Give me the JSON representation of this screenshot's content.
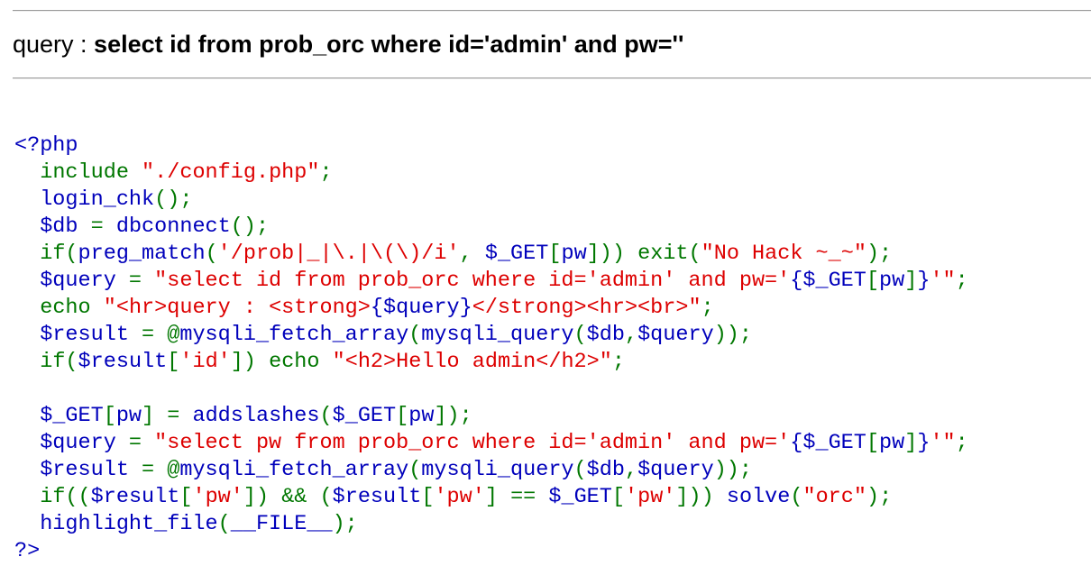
{
  "query_bar": {
    "label": "query : ",
    "query": "select id from prob_orc where id='admin' and pw=''"
  },
  "colors": {
    "default": "#0000bb",
    "keyword": "#007700",
    "string": "#dd0000"
  },
  "source_code": [
    [
      {
        "t": "<?php",
        "c": "def"
      }
    ],
    [
      {
        "t": "  ",
        "c": "def"
      },
      {
        "t": "include ",
        "c": "kw"
      },
      {
        "t": "\"./config.php\"",
        "c": "str"
      },
      {
        "t": ";",
        "c": "kw"
      }
    ],
    [
      {
        "t": "  login_chk",
        "c": "def"
      },
      {
        "t": "();",
        "c": "kw"
      }
    ],
    [
      {
        "t": "  $db ",
        "c": "def"
      },
      {
        "t": "= ",
        "c": "kw"
      },
      {
        "t": "dbconnect",
        "c": "def"
      },
      {
        "t": "();",
        "c": "kw"
      }
    ],
    [
      {
        "t": "  ",
        "c": "def"
      },
      {
        "t": "if(",
        "c": "kw"
      },
      {
        "t": "preg_match",
        "c": "def"
      },
      {
        "t": "(",
        "c": "kw"
      },
      {
        "t": "'/prob|_|\\.|\\(\\)/i'",
        "c": "str"
      },
      {
        "t": ", ",
        "c": "kw"
      },
      {
        "t": "$_GET",
        "c": "def"
      },
      {
        "t": "[",
        "c": "kw"
      },
      {
        "t": "pw",
        "c": "def"
      },
      {
        "t": "])) exit(",
        "c": "kw"
      },
      {
        "t": "\"No Hack ~_~\"",
        "c": "str"
      },
      {
        "t": ");",
        "c": "kw"
      }
    ],
    [
      {
        "t": "  $query ",
        "c": "def"
      },
      {
        "t": "= ",
        "c": "kw"
      },
      {
        "t": "\"select id from prob_orc where id='admin' and pw='",
        "c": "str"
      },
      {
        "t": "{$_GET",
        "c": "def"
      },
      {
        "t": "[",
        "c": "kw"
      },
      {
        "t": "pw",
        "c": "def"
      },
      {
        "t": "]",
        "c": "kw"
      },
      {
        "t": "}",
        "c": "def"
      },
      {
        "t": "'\"",
        "c": "str"
      },
      {
        "t": ";",
        "c": "kw"
      }
    ],
    [
      {
        "t": "  ",
        "c": "def"
      },
      {
        "t": "echo ",
        "c": "kw"
      },
      {
        "t": "\"<hr>query : <strong>",
        "c": "str"
      },
      {
        "t": "{$query}",
        "c": "def"
      },
      {
        "t": "</strong><hr><br>\"",
        "c": "str"
      },
      {
        "t": ";",
        "c": "kw"
      }
    ],
    [
      {
        "t": "  $result ",
        "c": "def"
      },
      {
        "t": "= @",
        "c": "kw"
      },
      {
        "t": "mysqli_fetch_array",
        "c": "def"
      },
      {
        "t": "(",
        "c": "kw"
      },
      {
        "t": "mysqli_query",
        "c": "def"
      },
      {
        "t": "(",
        "c": "kw"
      },
      {
        "t": "$db",
        "c": "def"
      },
      {
        "t": ",",
        "c": "kw"
      },
      {
        "t": "$query",
        "c": "def"
      },
      {
        "t": "));",
        "c": "kw"
      }
    ],
    [
      {
        "t": "  ",
        "c": "def"
      },
      {
        "t": "if(",
        "c": "kw"
      },
      {
        "t": "$result",
        "c": "def"
      },
      {
        "t": "[",
        "c": "kw"
      },
      {
        "t": "'id'",
        "c": "str"
      },
      {
        "t": "]) echo ",
        "c": "kw"
      },
      {
        "t": "\"<h2>Hello admin</h2>\"",
        "c": "str"
      },
      {
        "t": ";",
        "c": "kw"
      }
    ],
    [
      {
        "t": "",
        "c": "def"
      }
    ],
    [
      {
        "t": "  $_GET",
        "c": "def"
      },
      {
        "t": "[",
        "c": "kw"
      },
      {
        "t": "pw",
        "c": "def"
      },
      {
        "t": "] = ",
        "c": "kw"
      },
      {
        "t": "addslashes",
        "c": "def"
      },
      {
        "t": "(",
        "c": "kw"
      },
      {
        "t": "$_GET",
        "c": "def"
      },
      {
        "t": "[",
        "c": "kw"
      },
      {
        "t": "pw",
        "c": "def"
      },
      {
        "t": "]);",
        "c": "kw"
      }
    ],
    [
      {
        "t": "  $query ",
        "c": "def"
      },
      {
        "t": "= ",
        "c": "kw"
      },
      {
        "t": "\"select pw from prob_orc where id='admin' and pw='",
        "c": "str"
      },
      {
        "t": "{$_GET",
        "c": "def"
      },
      {
        "t": "[",
        "c": "kw"
      },
      {
        "t": "pw",
        "c": "def"
      },
      {
        "t": "]",
        "c": "kw"
      },
      {
        "t": "}",
        "c": "def"
      },
      {
        "t": "'\"",
        "c": "str"
      },
      {
        "t": ";",
        "c": "kw"
      }
    ],
    [
      {
        "t": "  $result ",
        "c": "def"
      },
      {
        "t": "= @",
        "c": "kw"
      },
      {
        "t": "mysqli_fetch_array",
        "c": "def"
      },
      {
        "t": "(",
        "c": "kw"
      },
      {
        "t": "mysqli_query",
        "c": "def"
      },
      {
        "t": "(",
        "c": "kw"
      },
      {
        "t": "$db",
        "c": "def"
      },
      {
        "t": ",",
        "c": "kw"
      },
      {
        "t": "$query",
        "c": "def"
      },
      {
        "t": "));",
        "c": "kw"
      }
    ],
    [
      {
        "t": "  ",
        "c": "def"
      },
      {
        "t": "if((",
        "c": "kw"
      },
      {
        "t": "$result",
        "c": "def"
      },
      {
        "t": "[",
        "c": "kw"
      },
      {
        "t": "'pw'",
        "c": "str"
      },
      {
        "t": "]) && (",
        "c": "kw"
      },
      {
        "t": "$result",
        "c": "def"
      },
      {
        "t": "[",
        "c": "kw"
      },
      {
        "t": "'pw'",
        "c": "str"
      },
      {
        "t": "] == ",
        "c": "kw"
      },
      {
        "t": "$_GET",
        "c": "def"
      },
      {
        "t": "[",
        "c": "kw"
      },
      {
        "t": "'pw'",
        "c": "str"
      },
      {
        "t": "])) ",
        "c": "kw"
      },
      {
        "t": "solve",
        "c": "def"
      },
      {
        "t": "(",
        "c": "kw"
      },
      {
        "t": "\"orc\"",
        "c": "str"
      },
      {
        "t": ");",
        "c": "kw"
      }
    ],
    [
      {
        "t": "  highlight_file",
        "c": "def"
      },
      {
        "t": "(",
        "c": "kw"
      },
      {
        "t": "__FILE__",
        "c": "def"
      },
      {
        "t": ");",
        "c": "kw"
      }
    ],
    [
      {
        "t": "?>",
        "c": "def"
      }
    ]
  ]
}
